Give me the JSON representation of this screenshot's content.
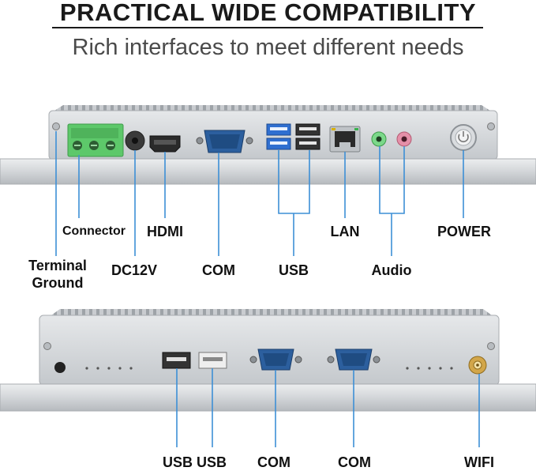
{
  "header": {
    "title": "PRACTICAL WIDE COMPATIBILITY",
    "subtitle": "Rich interfaces to meet different needs"
  },
  "front_panel": {
    "labels": {
      "connector": "Connector",
      "terminal_ground_1": "Terminal",
      "terminal_ground_2": "Ground",
      "dc12v": "DC12V",
      "hdmi": "HDMI",
      "com": "COM",
      "usb": "USB",
      "lan": "LAN",
      "audio": "Audio",
      "power": "POWER"
    }
  },
  "rear_panel": {
    "labels": {
      "usb_1": "USB",
      "usb_2": "USB",
      "com_1": "COM",
      "com_2": "COM",
      "wifi": "WIFI"
    }
  },
  "colors": {
    "callout_line": "#3d8fd6",
    "chassis": "#c8ccd0",
    "terminal_block": "#5dc86a",
    "usb3_blue": "#2f6fd0",
    "serial_blue": "#2c5f9e"
  }
}
